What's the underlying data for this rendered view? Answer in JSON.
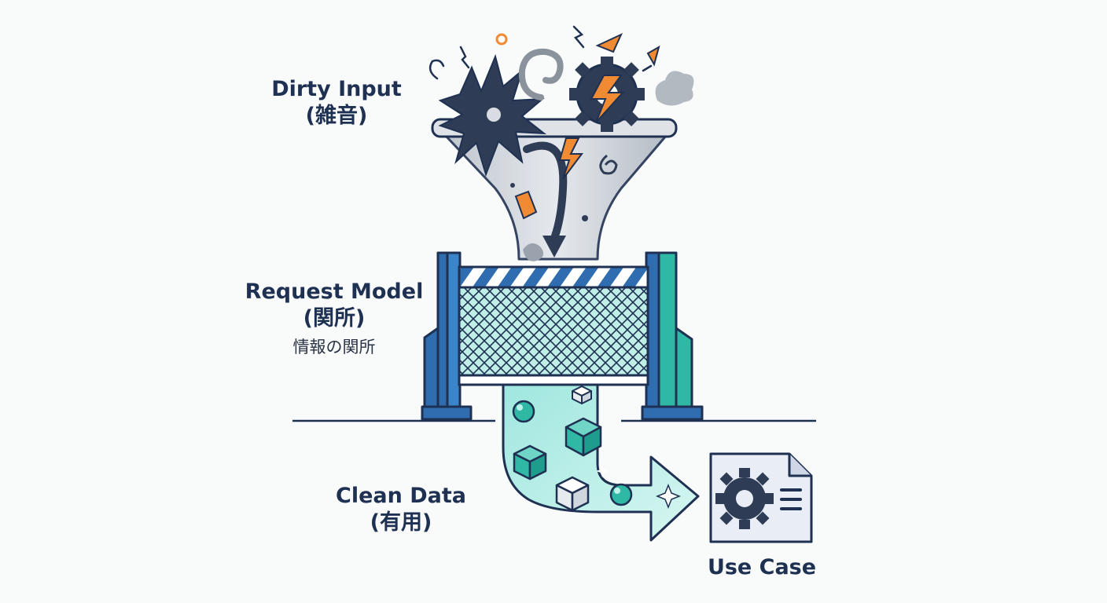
{
  "labels": {
    "dirty_input": {
      "main": "Dirty Input",
      "sub": "(雑音)"
    },
    "request_model": {
      "main": "Request Model",
      "sub": "(関所)",
      "note": "情報の関所"
    },
    "clean_data": {
      "main": "Clean Data",
      "sub": "(有用)"
    },
    "use_case": {
      "main": "Use Case"
    }
  },
  "colors": {
    "ink": "#1f3152",
    "navy": "#2e3d55",
    "blue": "#2f6db0",
    "teal": "#2fb8a4",
    "orange": "#f08a33",
    "funnel": "#c9ced6"
  }
}
